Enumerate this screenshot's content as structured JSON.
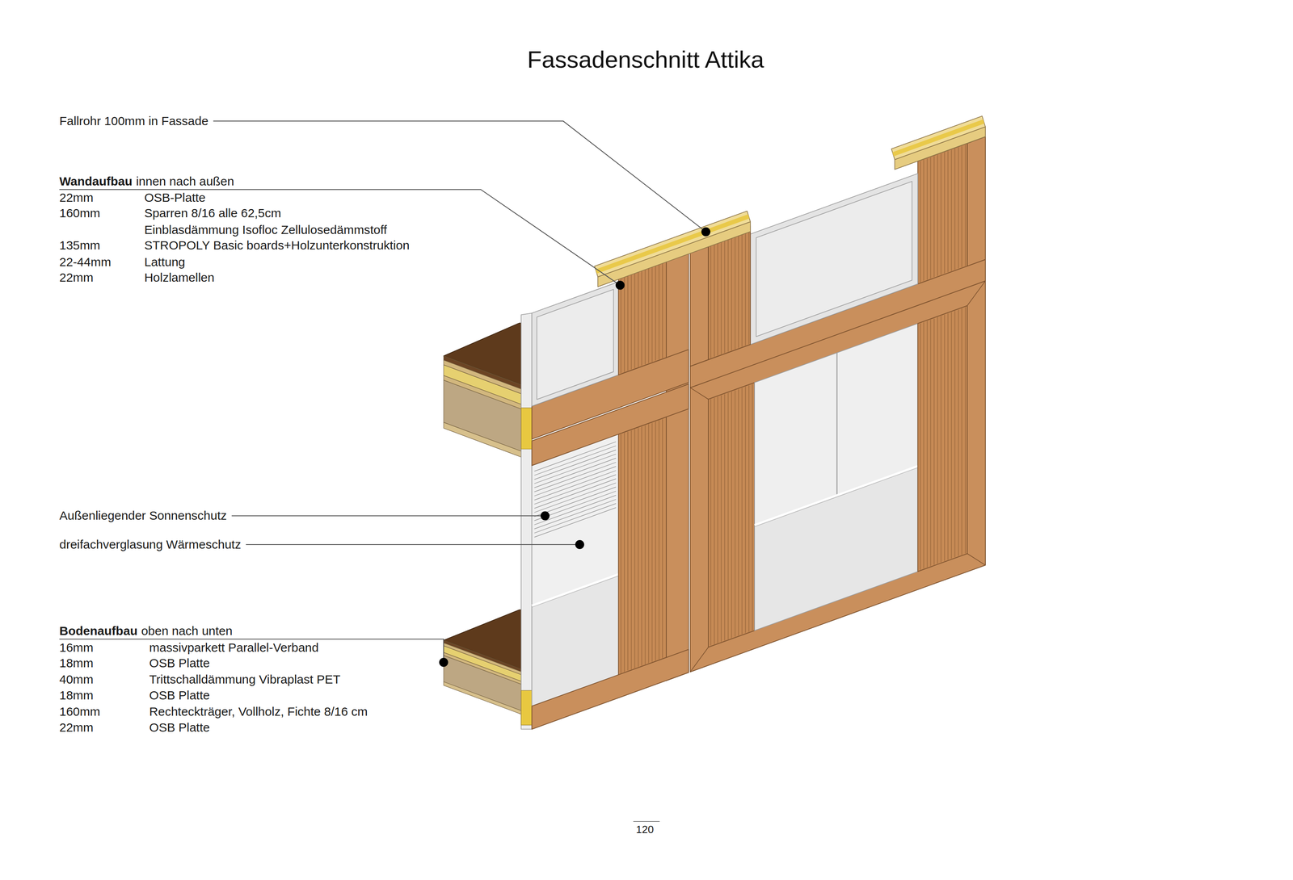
{
  "diagram": {
    "title": "Fassadenschnitt Attika",
    "labels": [
      "Fallrohr 100mm in Fassade",
      "Wandaufbau",
      "innen nach außen",
      "22mm",
      "OSB-Platte",
      "160mm",
      "Sparren 8/16 alle 62,5cm",
      "Einblasdämmung Isofloc Zellulosedämmstoff",
      "135mm",
      "STROPOLY Basic boards+Holzunterkonstruktion",
      "22-44mm",
      "Lattung",
      "22mm",
      "Holzlamellen",
      "Außenliegender Sonnenschutz",
      "dreifachverglasung Wärmeschutz",
      "Bodenaufbau",
      "oben nach unten",
      "16mm",
      "massivparkett Parallel-Verband",
      "18mm",
      "OSB Platte",
      "40mm",
      "Trittschalldämmung Vibraplast PET",
      "18mm",
      "OSB Platte",
      "160mm",
      "Rechteckträger, Vollholz, Fichte 8/16 cm",
      "22mm",
      "OSB Platte",
      "120"
    ]
  }
}
